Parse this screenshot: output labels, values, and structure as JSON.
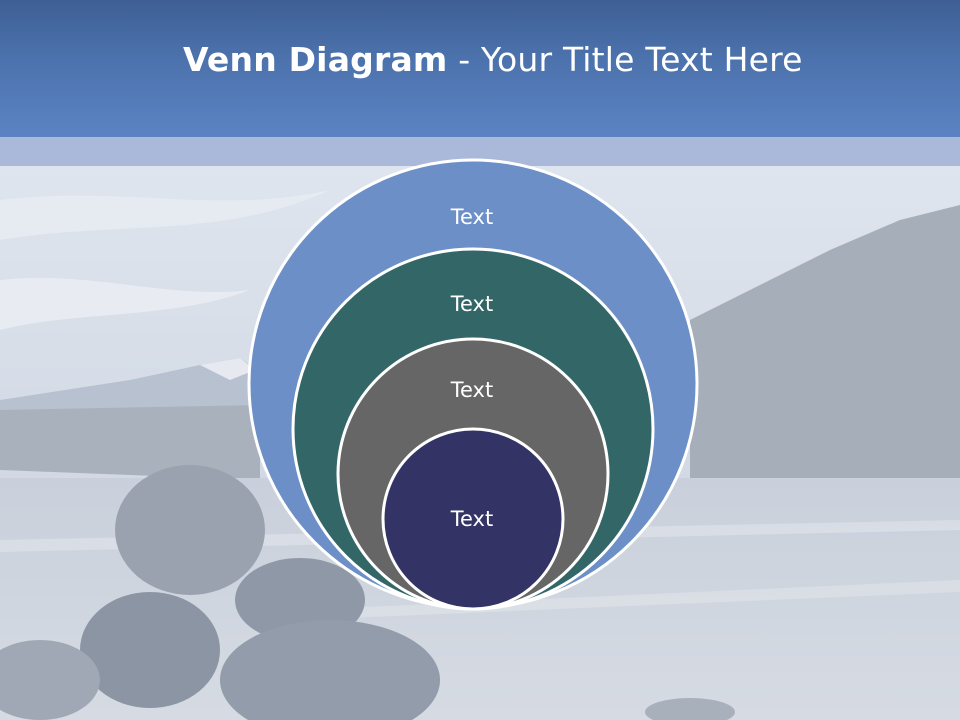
{
  "slide": {
    "title_bold": "Venn Diagram",
    "title_rest": " - Your Title Text Here"
  },
  "venn": {
    "circles": [
      {
        "label": "Text",
        "fill": "#6b8fc6",
        "text_color": "#ffffff"
      },
      {
        "label": "Text",
        "fill": "#336666",
        "text_color": "#ffffff"
      },
      {
        "label": "Text",
        "fill": "#666666",
        "text_color": "#ffffff"
      },
      {
        "label": "Text",
        "fill": "#333366",
        "text_color": "#ffffff"
      }
    ],
    "stroke": "#ffffff"
  },
  "colors": {
    "header": "#4d73ae",
    "band": "#aab9d9"
  }
}
